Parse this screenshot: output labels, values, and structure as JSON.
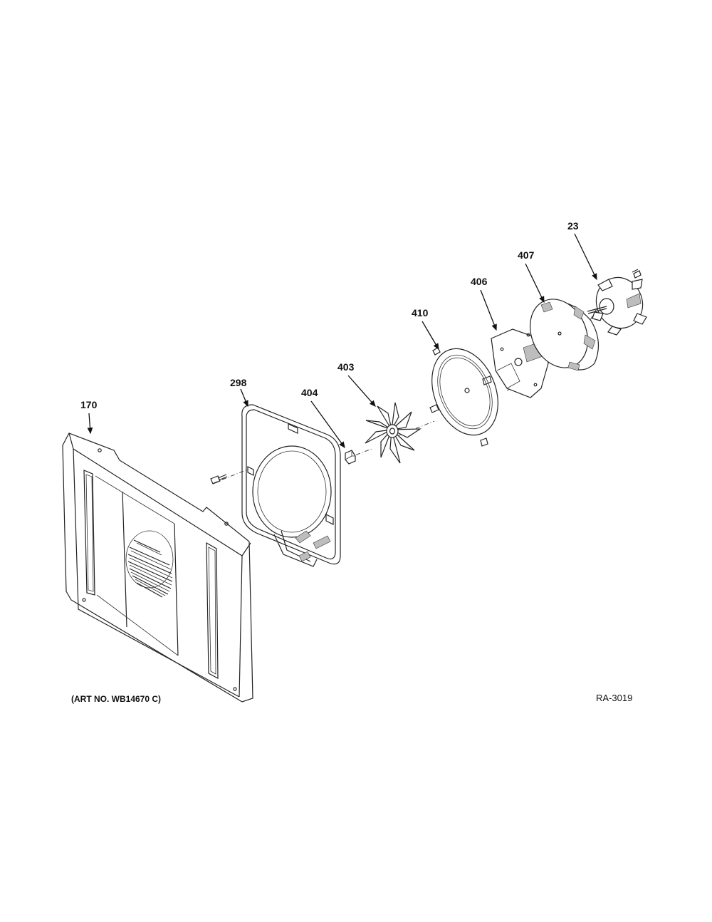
{
  "diagram": {
    "callouts": {
      "p23": "23",
      "p407": "407",
      "p406": "406",
      "p410": "410",
      "p403": "403",
      "p298": "298",
      "p404": "404",
      "p170": "170"
    },
    "art_no": "(ART NO. WB14670 C)",
    "ref_code": "RA-3019"
  }
}
